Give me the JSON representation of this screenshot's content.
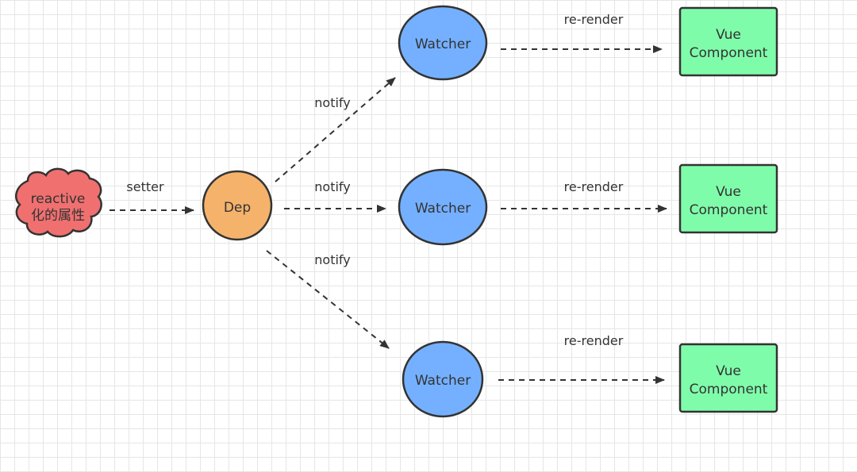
{
  "diagram": {
    "source": {
      "line1": "reactive",
      "line2": "化的属性"
    },
    "dep": {
      "label": "Dep"
    },
    "edges": {
      "setter": "setter",
      "notify_top": "notify",
      "notify_mid": "notify",
      "notify_bottom": "notify",
      "rerender_top": "re-render",
      "rerender_mid": "re-render",
      "rerender_bottom": "re-render"
    },
    "watchers": [
      {
        "label": "Watcher"
      },
      {
        "label": "Watcher"
      },
      {
        "label": "Watcher"
      }
    ],
    "components": [
      {
        "line1": "Vue",
        "line2": "Component"
      },
      {
        "line1": "Vue",
        "line2": "Component"
      },
      {
        "line1": "Vue",
        "line2": "Component"
      }
    ],
    "colors": {
      "cloud": "#f07070",
      "dep": "#f5b26b",
      "watcher": "#74b0ff",
      "component": "#7ffcaa",
      "stroke": "#333333"
    }
  }
}
